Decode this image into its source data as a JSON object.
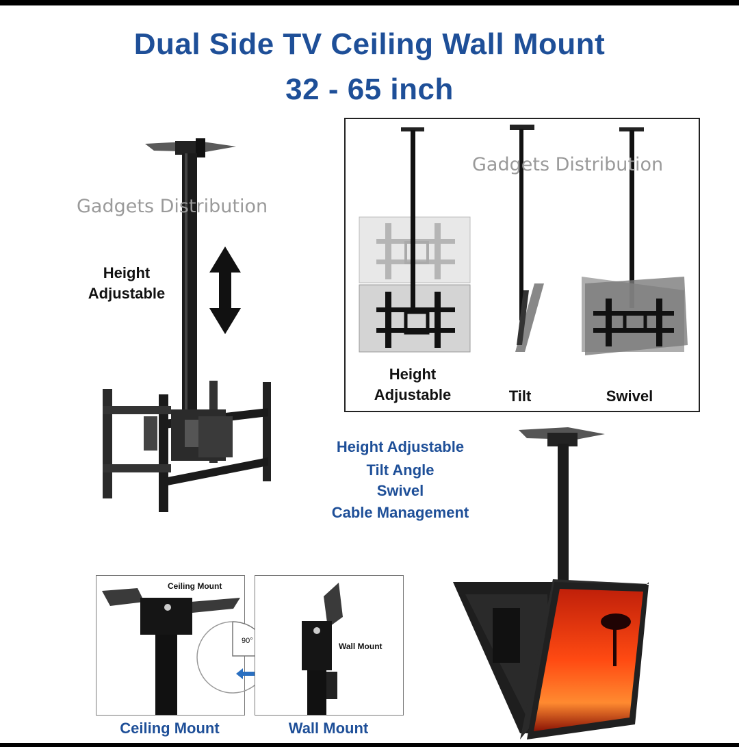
{
  "header": {
    "title": "Dual Side TV Ceiling Wall Mount",
    "size_range": "32 - 65 inch"
  },
  "watermark": "Gadgets Distribution",
  "main_product": {
    "label_line1": "Height",
    "label_line2": "Adjustable"
  },
  "modes_panel": {
    "height_line1": "Height",
    "height_line2": "Adjustable",
    "tilt": "Tilt",
    "swivel": "Swivel"
  },
  "features": [
    "Height Adjustable",
    "Tilt Angle",
    "Swivel",
    "Cable Management"
  ],
  "mounting": {
    "ceiling_small": "Ceiling Mount",
    "wall_small": "Wall Mount",
    "angle": "90°",
    "ceiling_caption": "Ceiling Mount",
    "wall_caption": "Wall Mount"
  },
  "colors": {
    "title_blue": "#1e4f98",
    "metal": "#1b1b1b",
    "watermark_gray": "#9a9a9a"
  }
}
